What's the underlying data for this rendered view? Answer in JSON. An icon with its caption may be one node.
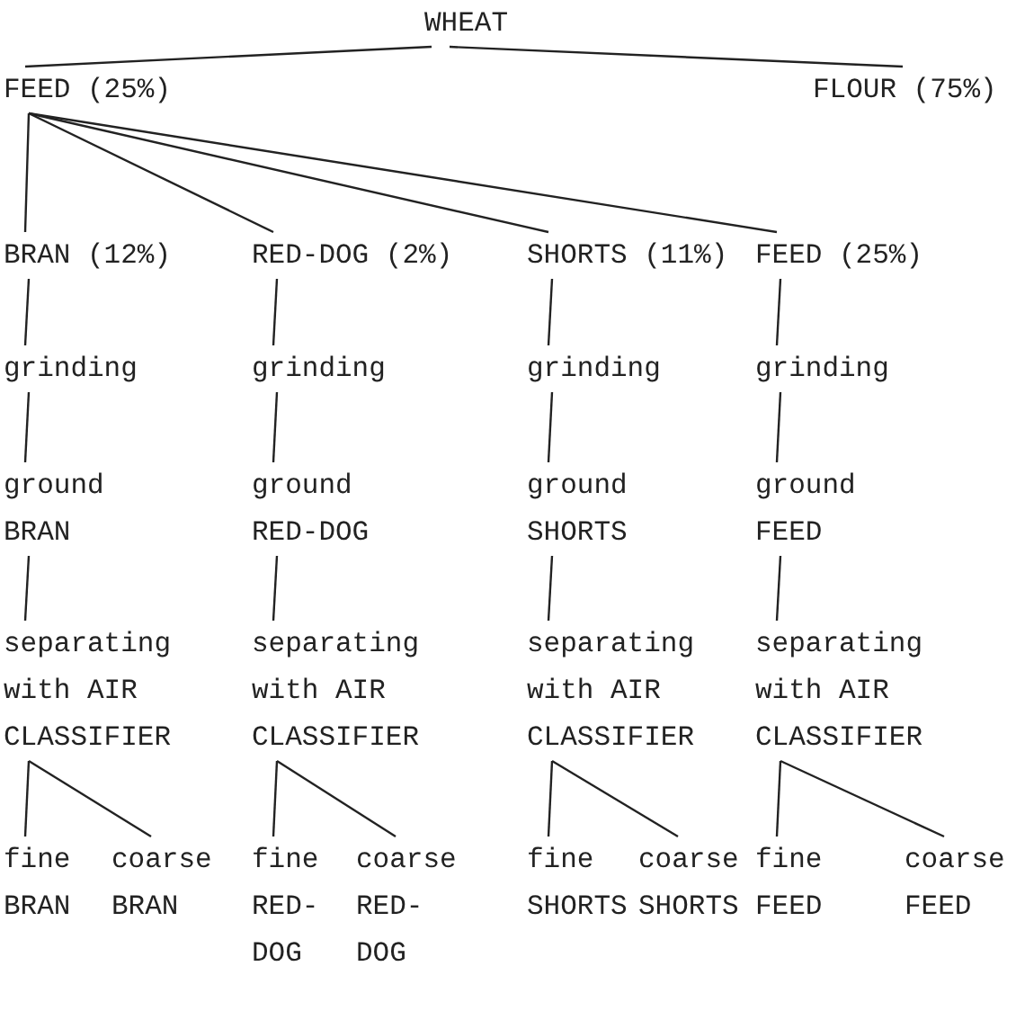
{
  "diagram": {
    "nodes": [
      {
        "text": [
          "WHEAT"
        ]
      },
      {
        "text": [
          "FEED (25%)"
        ]
      },
      {
        "text": [
          "FLOUR (75%)"
        ]
      },
      {
        "text": [
          "BRAN (12%)"
        ]
      },
      {
        "text": [
          "RED-DOG (2%)"
        ]
      },
      {
        "text": [
          "SHORTS (11%)"
        ]
      },
      {
        "text": [
          "FEED (25%)"
        ]
      },
      {
        "text": [
          "grinding"
        ]
      },
      {
        "text": [
          "grinding"
        ]
      },
      {
        "text": [
          "grinding"
        ]
      },
      {
        "text": [
          "grinding"
        ]
      },
      {
        "text": [
          "ground BRAN"
        ]
      },
      {
        "text": [
          "ground RED-DOG"
        ]
      },
      {
        "text": [
          "ground SHORTS"
        ]
      },
      {
        "text": [
          "ground FEED"
        ]
      },
      {
        "text": [
          "separating with AIR CLASSIFIER"
        ]
      },
      {
        "text": [
          "separating with AIR CLASSIFIER"
        ]
      },
      {
        "text": [
          "separating with AIR CLASSIFIER"
        ]
      },
      {
        "text": [
          "separating with AIR CLASSIFIER"
        ]
      },
      {
        "text": [
          "fine BRAN"
        ]
      },
      {
        "text": [
          "coarse BRAN"
        ]
      },
      {
        "text": [
          "fine RED-DOG"
        ]
      },
      {
        "text": [
          "coarse RED-DOG"
        ]
      },
      {
        "text": [
          "fine SHORTS"
        ]
      },
      {
        "text": [
          "coarse SHORTS"
        ]
      },
      {
        "text": [
          "fine FEED"
        ]
      },
      {
        "text": [
          "coarse FEED"
        ]
      }
    ],
    "edges": [
      {
        "from": 0,
        "to": 1,
        "arrow": "none"
      },
      {
        "from": 0,
        "to": 2,
        "arrow": "none"
      },
      {
        "from": 1,
        "to": 3,
        "arrow": "none"
      },
      {
        "from": 1,
        "to": 4,
        "arrow": "none"
      },
      {
        "from": 1,
        "to": 5,
        "arrow": "none"
      },
      {
        "from": 1,
        "to": 6,
        "arrow": "none"
      },
      {
        "from": 3,
        "to": 7,
        "arrow": "none"
      },
      {
        "from": 4,
        "to": 8,
        "arrow": "none"
      },
      {
        "from": 5,
        "to": 9,
        "arrow": "none"
      },
      {
        "from": 6,
        "to": 10,
        "arrow": "none"
      },
      {
        "from": 7,
        "to": 11,
        "arrow": "none"
      },
      {
        "from": 8,
        "to": 12,
        "arrow": "none"
      },
      {
        "from": 9,
        "to": 13,
        "arrow": "none"
      },
      {
        "from": 10,
        "to": 14,
        "arrow": "none"
      },
      {
        "from": 11,
        "to": 15,
        "arrow": "none"
      },
      {
        "from": 12,
        "to": 16,
        "arrow": "none"
      },
      {
        "from": 13,
        "to": 17,
        "arrow": "none"
      },
      {
        "from": 14,
        "to": 18,
        "arrow": "none"
      },
      {
        "from": 15,
        "to": 19,
        "arrow": "none"
      },
      {
        "from": 15,
        "to": 20,
        "arrow": "none"
      },
      {
        "from": 16,
        "to": 21,
        "arrow": "none"
      },
      {
        "from": 16,
        "to": 22,
        "arrow": "none"
      },
      {
        "from": 17,
        "to": 23,
        "arrow": "none"
      },
      {
        "from": 17,
        "to": 24,
        "arrow": "none"
      },
      {
        "from": 18,
        "to": 25,
        "arrow": "none"
      },
      {
        "from": 18,
        "to": 26,
        "arrow": "none"
      }
    ]
  }
}
